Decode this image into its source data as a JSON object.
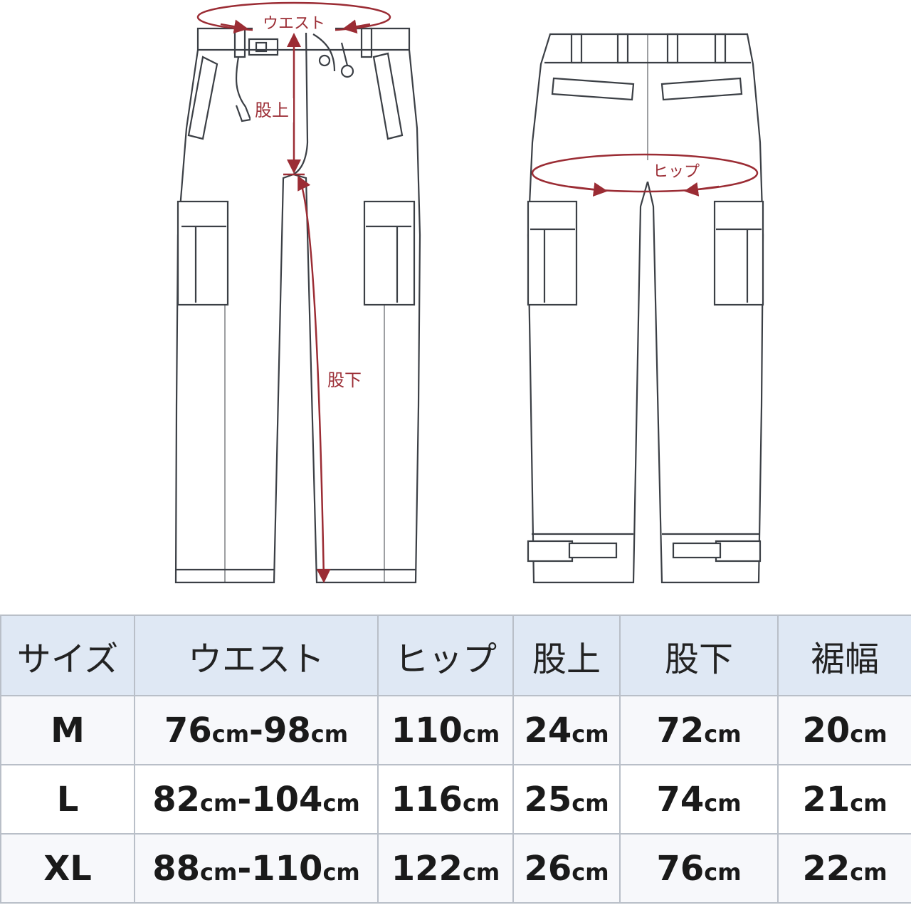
{
  "diagram": {
    "front_labels": {
      "waist": "ウエスト",
      "rise": "股上",
      "inseam": "股下"
    },
    "back_labels": {
      "hip": "ヒップ"
    },
    "annotation_color": "#9b2c34",
    "line_color": "#3b3f45"
  },
  "table": {
    "headers": [
      "サイズ",
      "ウエスト",
      "ヒップ",
      "股上",
      "股下",
      "裾幅"
    ],
    "unit": "cm",
    "rows": [
      {
        "size": "M",
        "waist": [
          "76",
          "98"
        ],
        "hip": "110",
        "rise": "24",
        "inseam": "72",
        "hem": "20"
      },
      {
        "size": "L",
        "waist": [
          "82",
          "104"
        ],
        "hip": "116",
        "rise": "25",
        "inseam": "74",
        "hem": "21"
      },
      {
        "size": "XL",
        "waist": [
          "88",
          "110"
        ],
        "hip": "122",
        "rise": "26",
        "inseam": "76",
        "hem": "22"
      }
    ]
  }
}
